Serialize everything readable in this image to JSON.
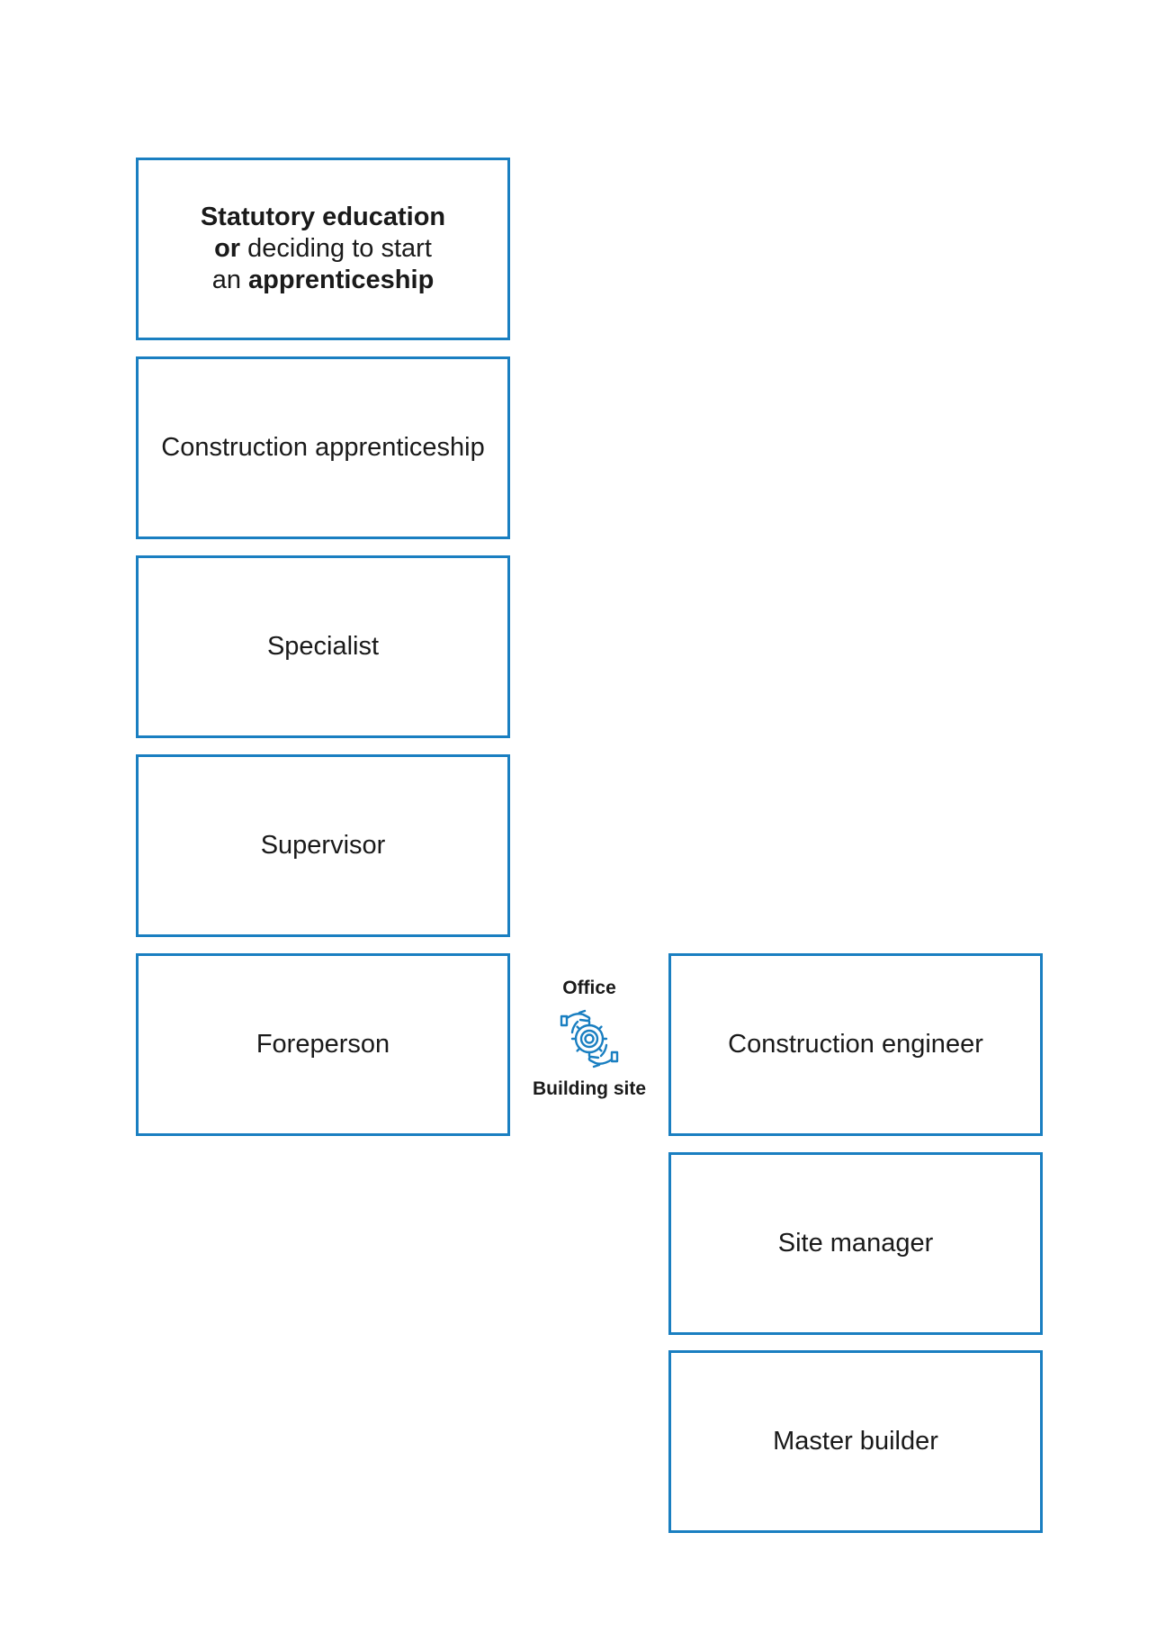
{
  "diagram": {
    "accent_color": "#1a7fc1",
    "start_box": {
      "line1_bold": "Statutory education",
      "line2_bold": "or",
      "line2_normal": " deciding to start",
      "line3_normal": "an ",
      "line3_bold": "apprenticeship"
    },
    "left_path": [
      "Construction apprenticeship",
      "Specialist",
      "Supervisor",
      "Foreperson"
    ],
    "right_path": [
      "Construction engineer",
      "Site manager",
      "Master builder"
    ],
    "switch": {
      "top_label": "Office",
      "bottom_label": "Building site",
      "icon": "hands-gear-exchange-icon"
    }
  }
}
